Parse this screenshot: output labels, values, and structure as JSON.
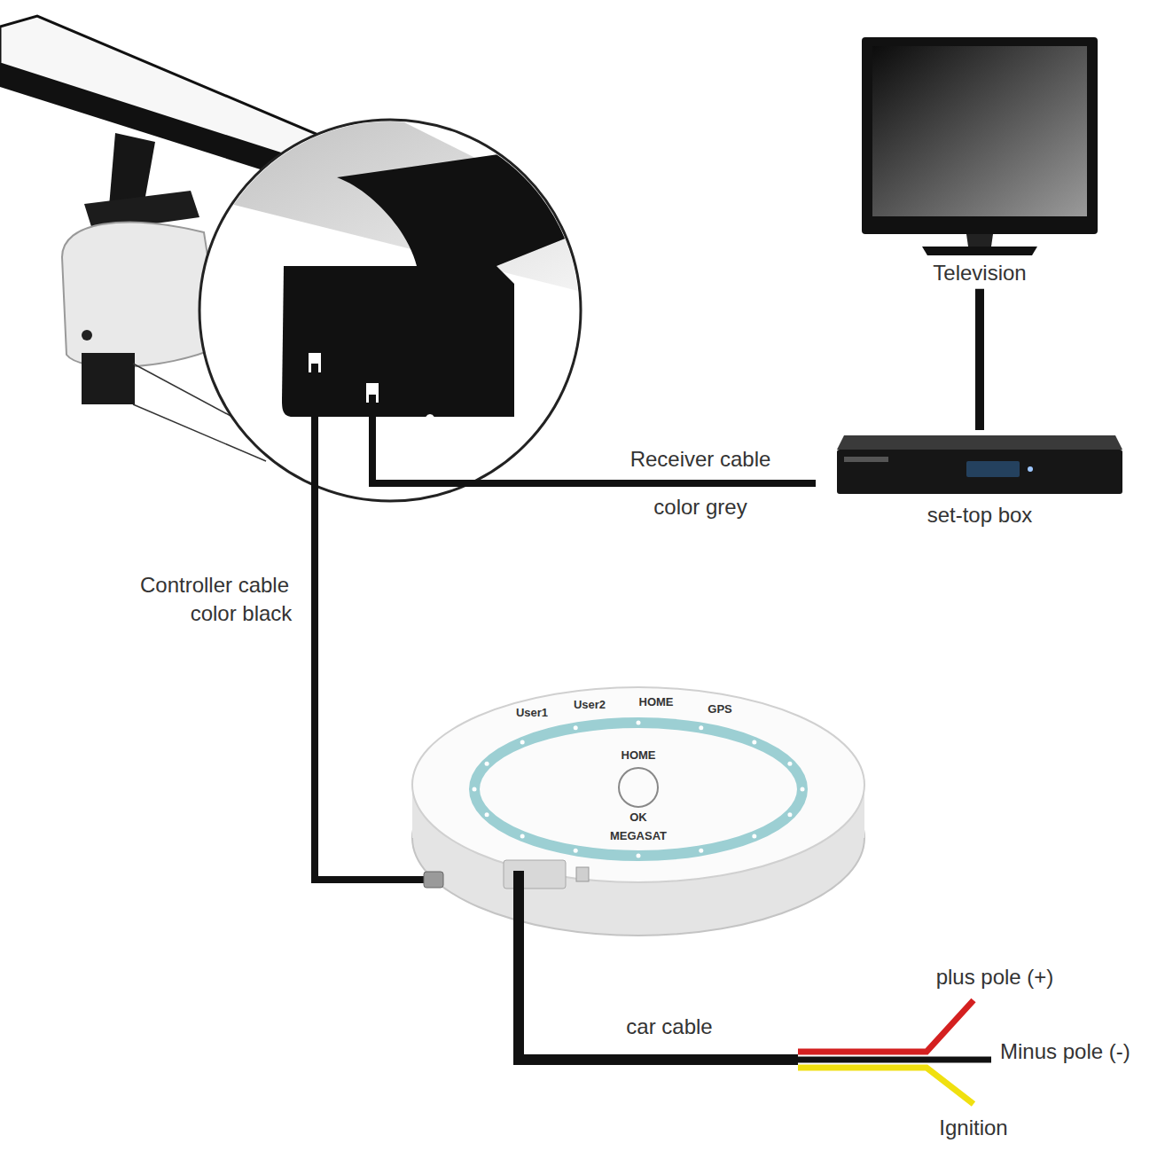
{
  "diagram": {
    "nodes": [
      {
        "text": [
          "Television"
        ]
      },
      {
        "text": [
          "set-top box"
        ]
      },
      {
        "text": [
          "User1",
          "User2",
          "HOME",
          "GPS",
          "HOME",
          "OK",
          "MEGASAT"
        ]
      }
    ],
    "edges": [
      {
        "from": 0,
        "to": 1,
        "arrow": "none"
      }
    ],
    "labels": [
      "Receiver cable",
      "color grey",
      "Controller cable",
      "color black",
      "car cable",
      "plus pole (+)",
      "Minus pole (-)",
      "Ignition"
    ]
  }
}
